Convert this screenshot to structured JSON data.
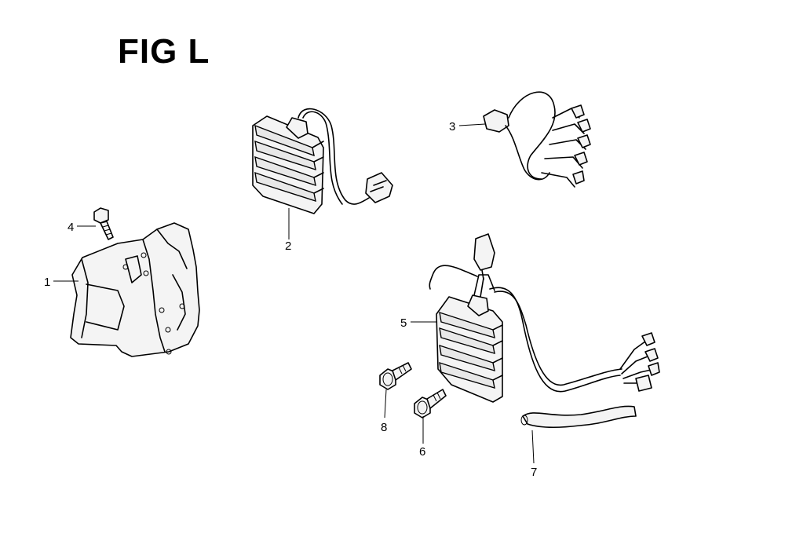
{
  "figure": {
    "title": "FIG L"
  },
  "callouts": [
    {
      "id": "1",
      "label": "1"
    },
    {
      "id": "2",
      "label": "2"
    },
    {
      "id": "3",
      "label": "3"
    },
    {
      "id": "4",
      "label": "4"
    },
    {
      "id": "5",
      "label": "5"
    },
    {
      "id": "6",
      "label": "6"
    },
    {
      "id": "7",
      "label": "7"
    },
    {
      "id": "8",
      "label": "8"
    }
  ],
  "parts": [
    {
      "callout": "1",
      "icon": "regulator-cover-icon"
    },
    {
      "callout": "2",
      "icon": "regulator-rectifier-icon"
    },
    {
      "callout": "3",
      "icon": "wire-harness-icon"
    },
    {
      "callout": "4",
      "icon": "bolt-icon"
    },
    {
      "callout": "5",
      "icon": "regulator-rectifier-with-harness-icon"
    },
    {
      "callout": "6",
      "icon": "flange-bolt-icon"
    },
    {
      "callout": "7",
      "icon": "tube-icon"
    },
    {
      "callout": "8",
      "icon": "flange-bolt-icon"
    }
  ]
}
